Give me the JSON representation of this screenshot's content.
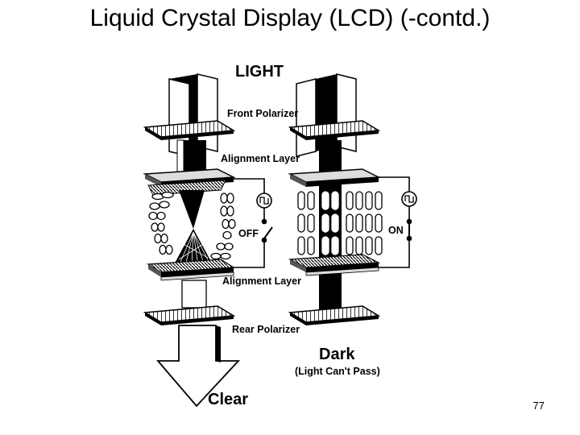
{
  "slide": {
    "title": "Liquid Crystal Display (LCD) (-contd.)",
    "page_number": "77"
  },
  "diagram": {
    "top_label": "LIGHT",
    "front_polarizer_label": "Front Polarizer",
    "alignment_layer_top_label": "Alignment Layer",
    "alignment_layer_bottom_label": "Alignment Layer",
    "rear_polarizer_label": "Rear Polarizer",
    "off_label": "OFF",
    "on_label": "ON",
    "dark_label": "Dark",
    "dark_sublabel": "(Light Can't Pass)",
    "clear_label": "Clear"
  }
}
